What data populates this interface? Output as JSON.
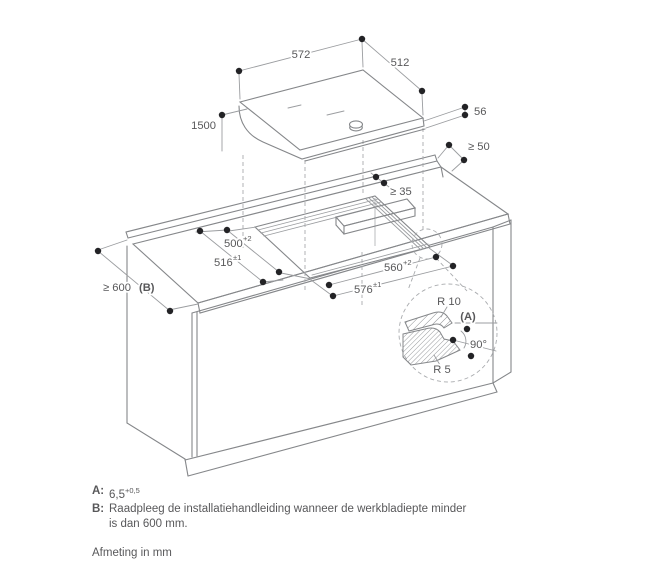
{
  "diagram": {
    "dims": {
      "width": "572",
      "depth": "512",
      "thickness": "56",
      "height": "1500",
      "rear_clearance": "≥ 50",
      "front_clearance": "≥ 35",
      "cutout_depth": "500",
      "cutout_depth_tol": "+2",
      "appliance_depth": "516",
      "appliance_depth_tol": "±1",
      "cutout_width": "560",
      "cutout_width_tol": "+2",
      "appliance_width": "576",
      "appliance_width_tol": "±1",
      "worktop_depth": "≥ 600",
      "worktop_depth_ref": "(B)",
      "radius_top": "R 10",
      "radius_bottom": "R 5",
      "angle": "90°",
      "section_ref": "(A)"
    },
    "notes": {
      "a_label": "A:",
      "a_value": "6,5",
      "a_tol": "+0,5",
      "b_label": "B:",
      "b_text_line1": "Raadpleeg de installatiehandleiding wanneer de werkbladiepte minder",
      "b_text_line2": "is dan 600 mm.",
      "units": "Afmeting in mm"
    },
    "colors": {
      "line": "#85878a",
      "dim_line": "#9b9da0",
      "dash": "#a9abae",
      "text": "#58585a",
      "dot": "#232326"
    }
  }
}
